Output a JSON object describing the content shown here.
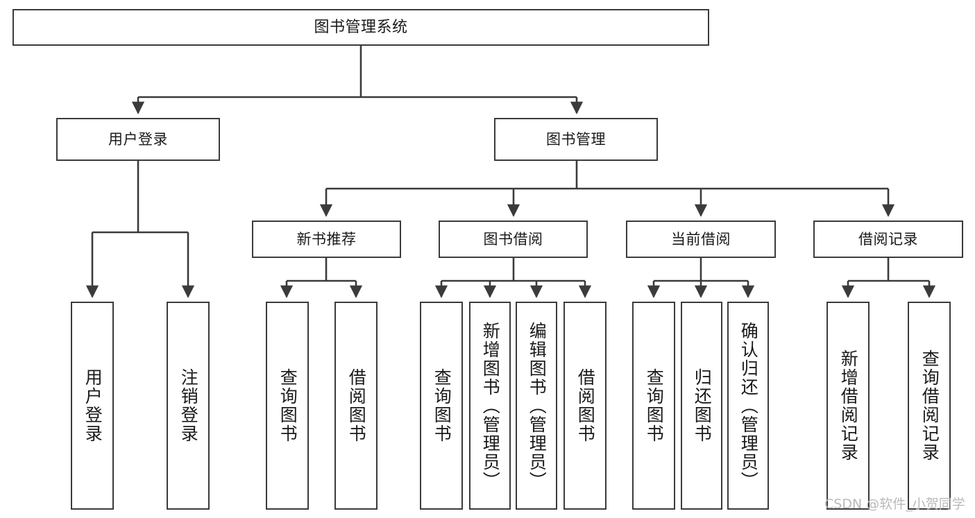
{
  "diagram": {
    "title": "图书管理系统",
    "type": "tree-hierarchy-chart",
    "orientation": "top-down",
    "style": {
      "box_border_color": "#3b3b3b",
      "box_fill_color": "#ffffff",
      "connector_color": "#3b3b3b",
      "background_color": "#ffffff",
      "watermark_color": "#b9b9b9"
    },
    "root": {
      "label": "图书管理系统"
    },
    "level2": [
      {
        "label": "用户登录"
      },
      {
        "label": "图书管理"
      }
    ],
    "level3": [
      {
        "label": "新书推荐"
      },
      {
        "label": "图书借阅"
      },
      {
        "label": "当前借阅"
      },
      {
        "label": "借阅记录"
      }
    ],
    "leaves": {
      "user_login": [
        {
          "label": "用户登录"
        },
        {
          "label": "注销登录"
        }
      ],
      "new_book_recommend": [
        {
          "label": "查询图书"
        },
        {
          "label": "借阅图书"
        }
      ],
      "book_borrow": [
        {
          "label": "查询图书"
        },
        {
          "label": "新增图书（管理员）"
        },
        {
          "label": "编辑图书（管理员）"
        },
        {
          "label": "借阅图书"
        }
      ],
      "current_borrow": [
        {
          "label": "查询图书"
        },
        {
          "label": "归还图书"
        },
        {
          "label": "确认归还（管理员）"
        }
      ],
      "borrow_record": [
        {
          "label": "新增借阅记录"
        },
        {
          "label": "查询借阅记录"
        }
      ]
    }
  },
  "watermark": {
    "text": "CSDN @软件_小贺同学"
  }
}
